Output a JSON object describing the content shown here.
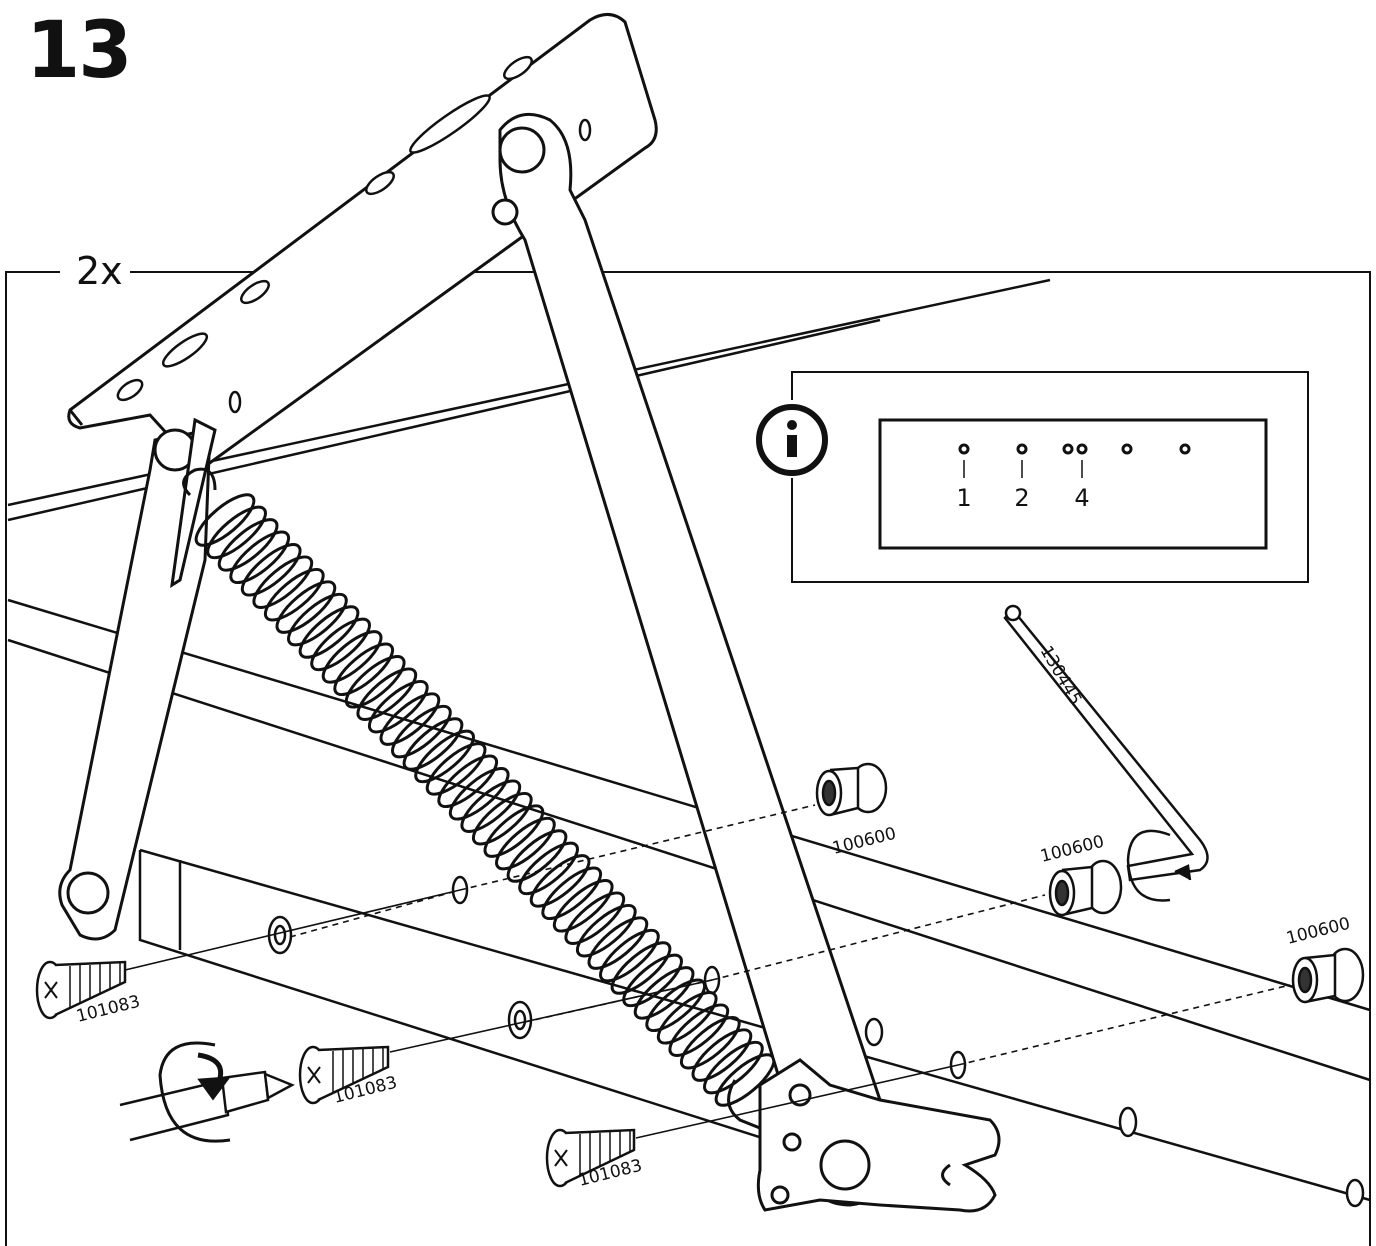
{
  "step": {
    "number": "13",
    "quantity": "2x"
  },
  "info_panel": {
    "icon": "info-icon",
    "hole_labels": [
      "1",
      "2",
      "4"
    ]
  },
  "parts": {
    "hex_key": "130445",
    "sleeve_nut_a": "100600",
    "sleeve_nut_b": "100600",
    "sleeve_nut_c": "100600",
    "screw_a": "101083",
    "screw_b": "101083",
    "screw_c": "101083"
  },
  "icons": [
    "info-icon",
    "rotate-clockwise-icon",
    "screwdriver-icon",
    "hex-key-icon"
  ]
}
